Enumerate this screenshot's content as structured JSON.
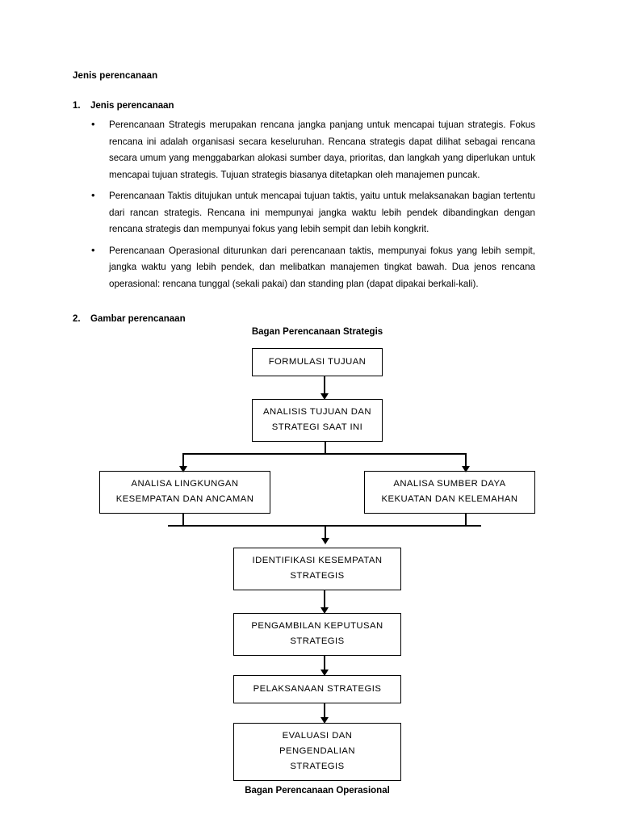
{
  "document": {
    "title": "Jenis perencanaan",
    "sections": [
      {
        "number": "1.",
        "heading": "Jenis perencanaan"
      },
      {
        "number": "2.",
        "heading": "Gambar perencanaan"
      }
    ],
    "bullets": [
      "Perencanaan Strategis merupakan rencana jangka panjang untuk mencapai tujuan strategis. Fokus rencana ini adalah organisasi secara keseluruhan. Rencana strategis dapat dilihat sebagai rencana secara umum yang menggabarkan alokasi sumber daya, prioritas, dan langkah yang diperlukan untuk mencapai tujuan strategis. Tujuan strategis biasanya ditetapkan oleh manajemen puncak.",
      "Perencanaan Taktis ditujukan untuk mencapai tujuan taktis, yaitu untuk melaksanakan bagian tertentu dari rancan strategis. Rencana ini mempunyai jangka waktu lebih pendek dibandingkan dengan rencana strategis dan mempunyai fokus yang lebih sempit dan lebih kongkrit.",
      "Perencanaan Operasional diturunkan dari perencanaan taktis, mempunyai fokus yang lebih sempit, jangka waktu yang lebih pendek, dan melibatkan manajemen tingkat bawah. Dua jenos rencana operasional: rencana tunggal (sekali pakai) dan standing plan (dapat dipakai berkali-kali)."
    ]
  },
  "flowchart": {
    "heading": "Bagan Perencanaan Strategis",
    "footer": "Bagan Perencanaan Operasional",
    "nodes": {
      "formulasi": "FORMULASI TUJUAN",
      "analisis_line1": "ANALISIS TUJUAN DAN",
      "analisis_line2": "STRATEGI SAAT INI",
      "lingkungan_line1": "ANALISA LINGKUNGAN",
      "lingkungan_line2": "KESEMPATAN DAN ANCAMAN",
      "sumberdaya_line1": "ANALISA SUMBER DAYA",
      "sumberdaya_line2": "KEKUATAN DAN KELEMAHAN",
      "identifikasi_line1": "IDENTIFIKASI KESEMPATAN",
      "identifikasi_line2": "STRATEGIS",
      "pengambilan_line1": "PENGAMBILAN KEPUTUSAN",
      "pengambilan_line2": "STRATEGIS",
      "pelaksanaan": "PELAKSANAAN STRATEGIS",
      "evaluasi_line1": "EVALUASI DAN PENGENDALIAN",
      "evaluasi_line2": "STRATEGIS"
    }
  }
}
